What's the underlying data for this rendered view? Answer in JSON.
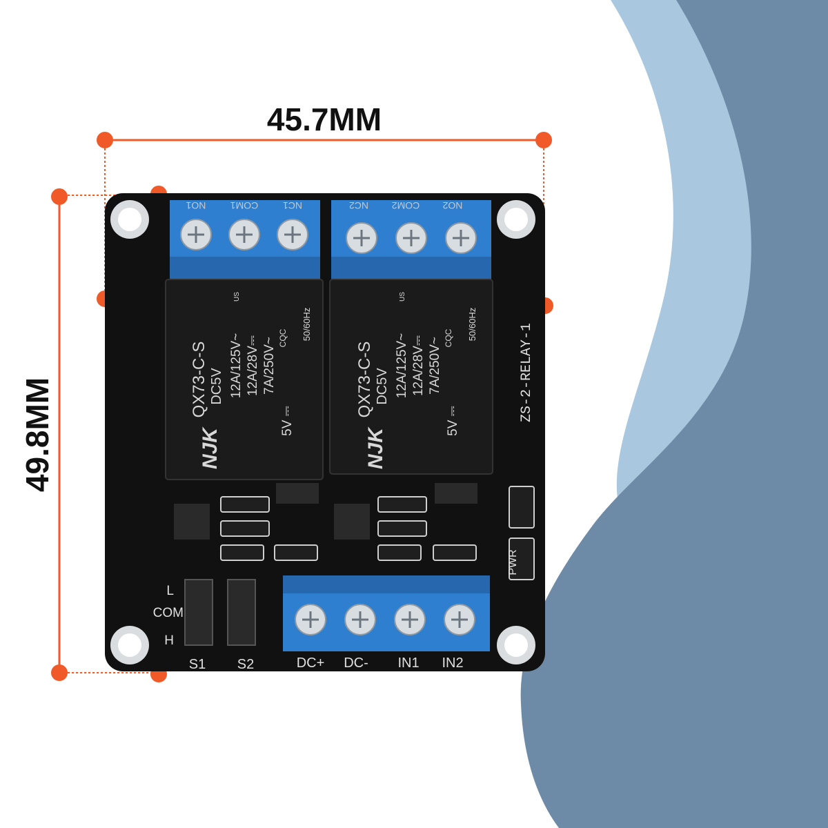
{
  "dimensions": {
    "width_label": "45.7MM",
    "height_label": "49.8MM"
  },
  "board": {
    "model": "ZS-2-RELAY-1",
    "color": "#111111",
    "top_terminal_labels": [
      "NO1",
      "COM1",
      "NC1",
      "NC2",
      "COM2",
      "NO2"
    ],
    "bottom_terminal_labels": [
      "DC+",
      "DC-",
      "IN1",
      "IN2"
    ],
    "jumper_labels": [
      "S1",
      "S2"
    ],
    "level_labels": [
      "L",
      "COM",
      "H"
    ],
    "pwr_label": "PWR"
  },
  "relay": {
    "brand": "NJK",
    "model": "QX73-C-S",
    "coil": "DC5V",
    "ratings": [
      "12A/125V~",
      "12A/28V⎓",
      "7A/250V~"
    ],
    "coil_voltage": "5V ⎓",
    "frequency": "50/60Hz",
    "cert": "CQC",
    "cert_us": "US"
  },
  "colors": {
    "accent": "#f05a28",
    "terminal_blue": "#2f7fd0",
    "bg_light": "#a9c8e0",
    "bg_dark": "#6d8ba6"
  }
}
